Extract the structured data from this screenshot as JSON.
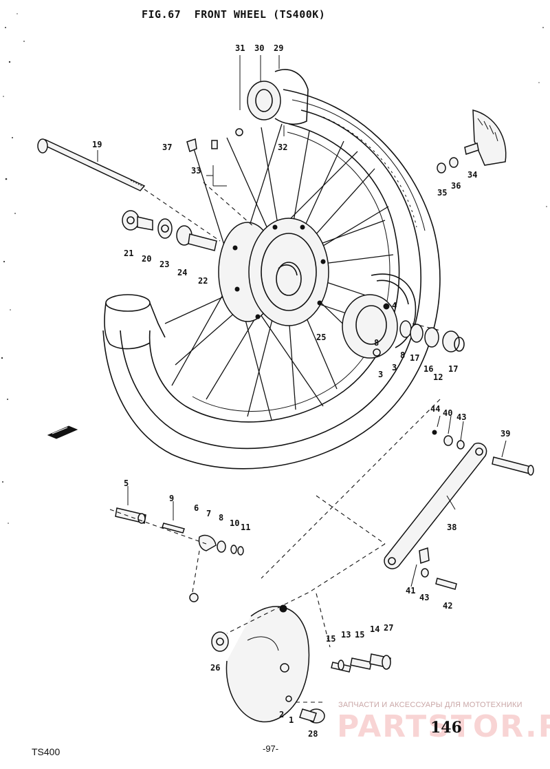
{
  "header": {
    "fig": "FIG.67",
    "title": "FRONT WHEEL (TS400K)"
  },
  "footer": {
    "model": "TS400",
    "page": "-97-",
    "stamp": "146"
  },
  "watermark": {
    "text": "ЗАПЧАСТИ И АКСЕССУАРЫ ДЛЯ МОТОТЕХНИКИ",
    "logo": "PARTSTOR.RU"
  },
  "part_numbers": {
    "p1": "1",
    "p2": "2",
    "p3": "3",
    "p3b": "3",
    "p4": "4",
    "p5": "5",
    "p6": "6",
    "p7": "7",
    "p8": "8",
    "p8b": "8",
    "p9": "9",
    "p10": "10",
    "p11": "11",
    "p12": "12",
    "p13": "13",
    "p14": "14",
    "p15a": "15",
    "p15b": "15",
    "p16": "16",
    "p17a": "17",
    "p17b": "17",
    "p19": "19",
    "p20": "20",
    "p21": "21",
    "p22": "22",
    "p23": "23",
    "p24": "24",
    "p25": "25",
    "p26": "26",
    "p27": "27",
    "p28": "28",
    "p29": "29",
    "p30": "30",
    "p31": "31",
    "p32": "32",
    "p33": "33",
    "p34": "34",
    "p35": "35",
    "p36": "36",
    "p37": "37",
    "p38": "38",
    "p39": "39",
    "p40": "40",
    "p41": "41",
    "p42": "42",
    "p43a": "43",
    "p43b": "43",
    "p44": "44"
  },
  "colors": {
    "ink": "#111111",
    "paper": "#ffffff",
    "watermark_red": "#de3c3c"
  }
}
